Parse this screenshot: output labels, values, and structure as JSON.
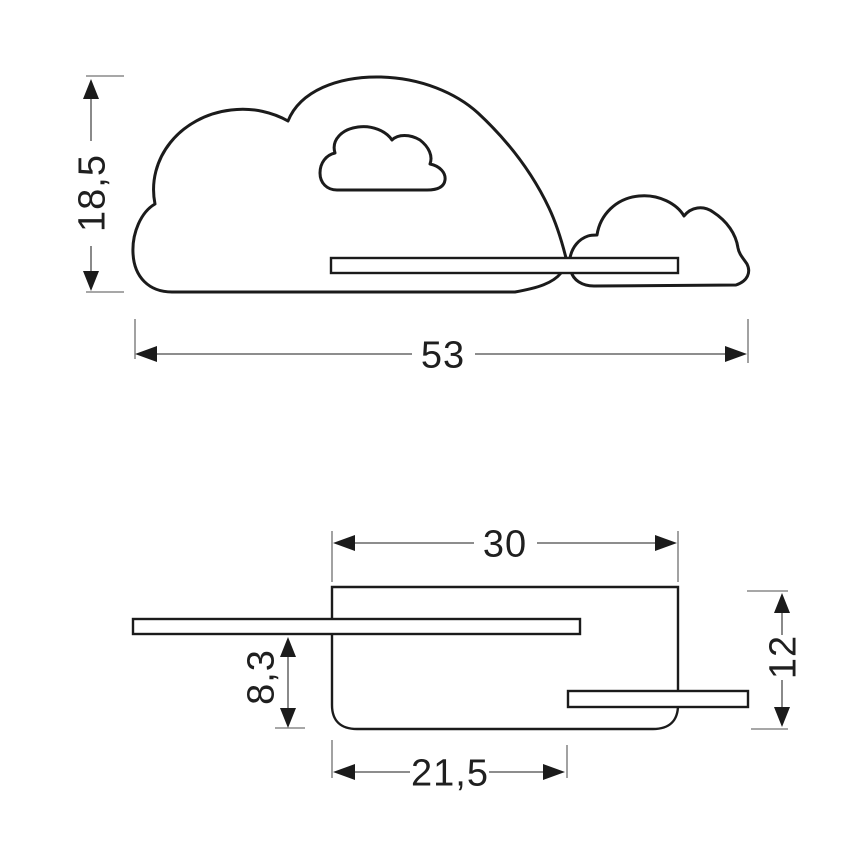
{
  "front_view": {
    "dim_height": "18,5",
    "dim_width": "53"
  },
  "side_view": {
    "dim_width_top": "30",
    "dim_height": "12",
    "dim_shelf_offset": "8,3",
    "dim_width_bottom": "21,5"
  },
  "colors": {
    "outline": "#1b1b1b",
    "dimension_line": "#7d7d7d",
    "text": "#1f1f1f",
    "background": "#ffffff"
  }
}
